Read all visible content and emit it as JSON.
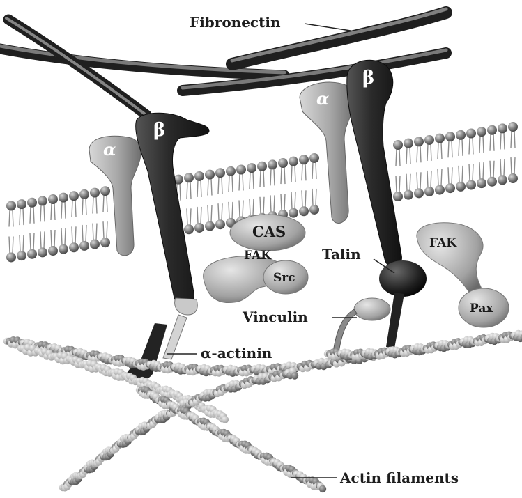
{
  "diagram": {
    "labels": {
      "fibronectin": "Fibronectin",
      "alpha_left": "α",
      "beta_left": "β",
      "alpha_right": "α",
      "beta_right": "β",
      "cas": "CAS",
      "fak_left": "FAK",
      "src": "Src",
      "talin": "Talin",
      "fak_right": "FAK",
      "pax": "Pax",
      "vinculin": "Vinculin",
      "alpha_actinin": "α-actinin",
      "actin_filaments": "Actin filaments"
    },
    "colors": {
      "beta_subunit": "#2b2b2b",
      "alpha_subunit": "#a8a8a8",
      "lipid_head": "#7d7d7d",
      "fibronectin": "#3a3a3a",
      "actin_dark": "#6e6e6e",
      "actin_light": "#c4c4c4"
    }
  }
}
